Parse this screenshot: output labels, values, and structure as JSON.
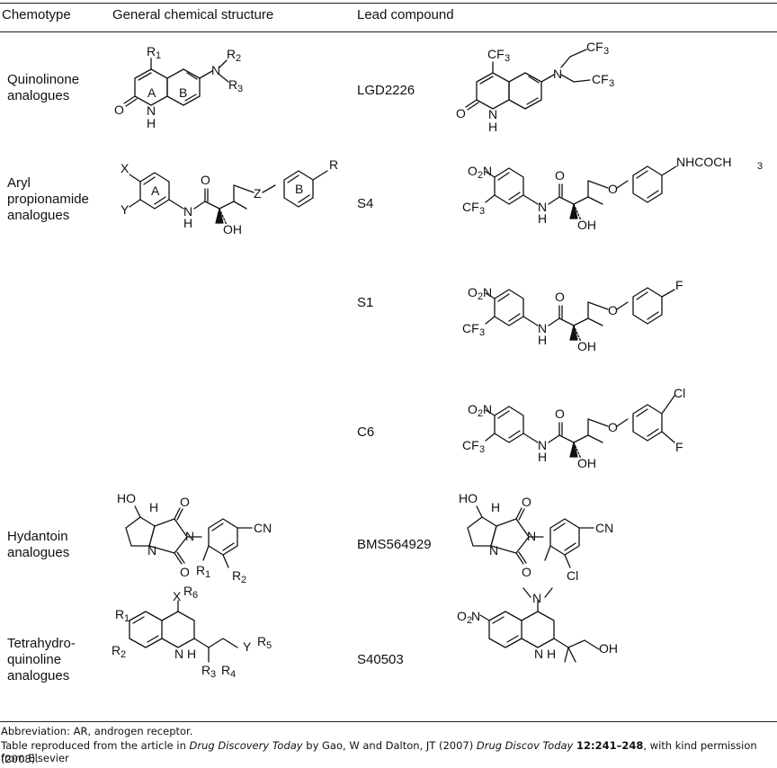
{
  "header": {
    "col1": "Chemotype",
    "col2": "General chemical structure",
    "col3": "Lead compound"
  },
  "rows": [
    {
      "chemotype_l1": "Quinolinone",
      "chemotype_l2": "analogues",
      "compound": "LGD2226"
    },
    {
      "chemotype_l1": "Aryl",
      "chemotype_l2": "propionamide",
      "chemotype_l3": "analogues",
      "compound": "S4"
    },
    {
      "compound": "S1"
    },
    {
      "compound": "C6"
    },
    {
      "chemotype_l1": "Hydantoin",
      "chemotype_l2": "analogues",
      "compound": "BMS564929"
    },
    {
      "chemotype_l1": "Tetrahydro-",
      "chemotype_l2": "quinoline",
      "chemotype_l3": "analogues",
      "compound": "S40503"
    }
  ],
  "labels": {
    "R1": "R",
    "R2": "R",
    "R3": "R",
    "R4": "R",
    "R5": "R",
    "R6": "R",
    "sub1": "1",
    "sub2": "2",
    "sub3": "3",
    "sub4": "4",
    "sub5": "5",
    "sub6": "6",
    "ringA": "A",
    "ringB": "B",
    "N": "N",
    "H": "H",
    "O": "O",
    "OH": "OH",
    "HO": "HO",
    "X": "X",
    "Y": "Y",
    "Z": "Z",
    "R": "R",
    "F": "F",
    "Cl": "Cl",
    "CN": "CN",
    "CF": "CF",
    "three": "3",
    "two": "2",
    "NHCOCH": "NHCOCH"
  },
  "footnote": {
    "abbreviation": "Abbreviation: AR, androgen receptor.",
    "source_prefix": "Table reproduced from the article in ",
    "journal": "Drug Discovery Today",
    "source_mid": " by Gao, W and Dalton, JT (2007) ",
    "journal_abbrev": "Drug Discov Today",
    "volume_pages": "12:241–248",
    "source_suffix": ", with kind permission from Elsevier",
    "year_line": "(2008)."
  }
}
